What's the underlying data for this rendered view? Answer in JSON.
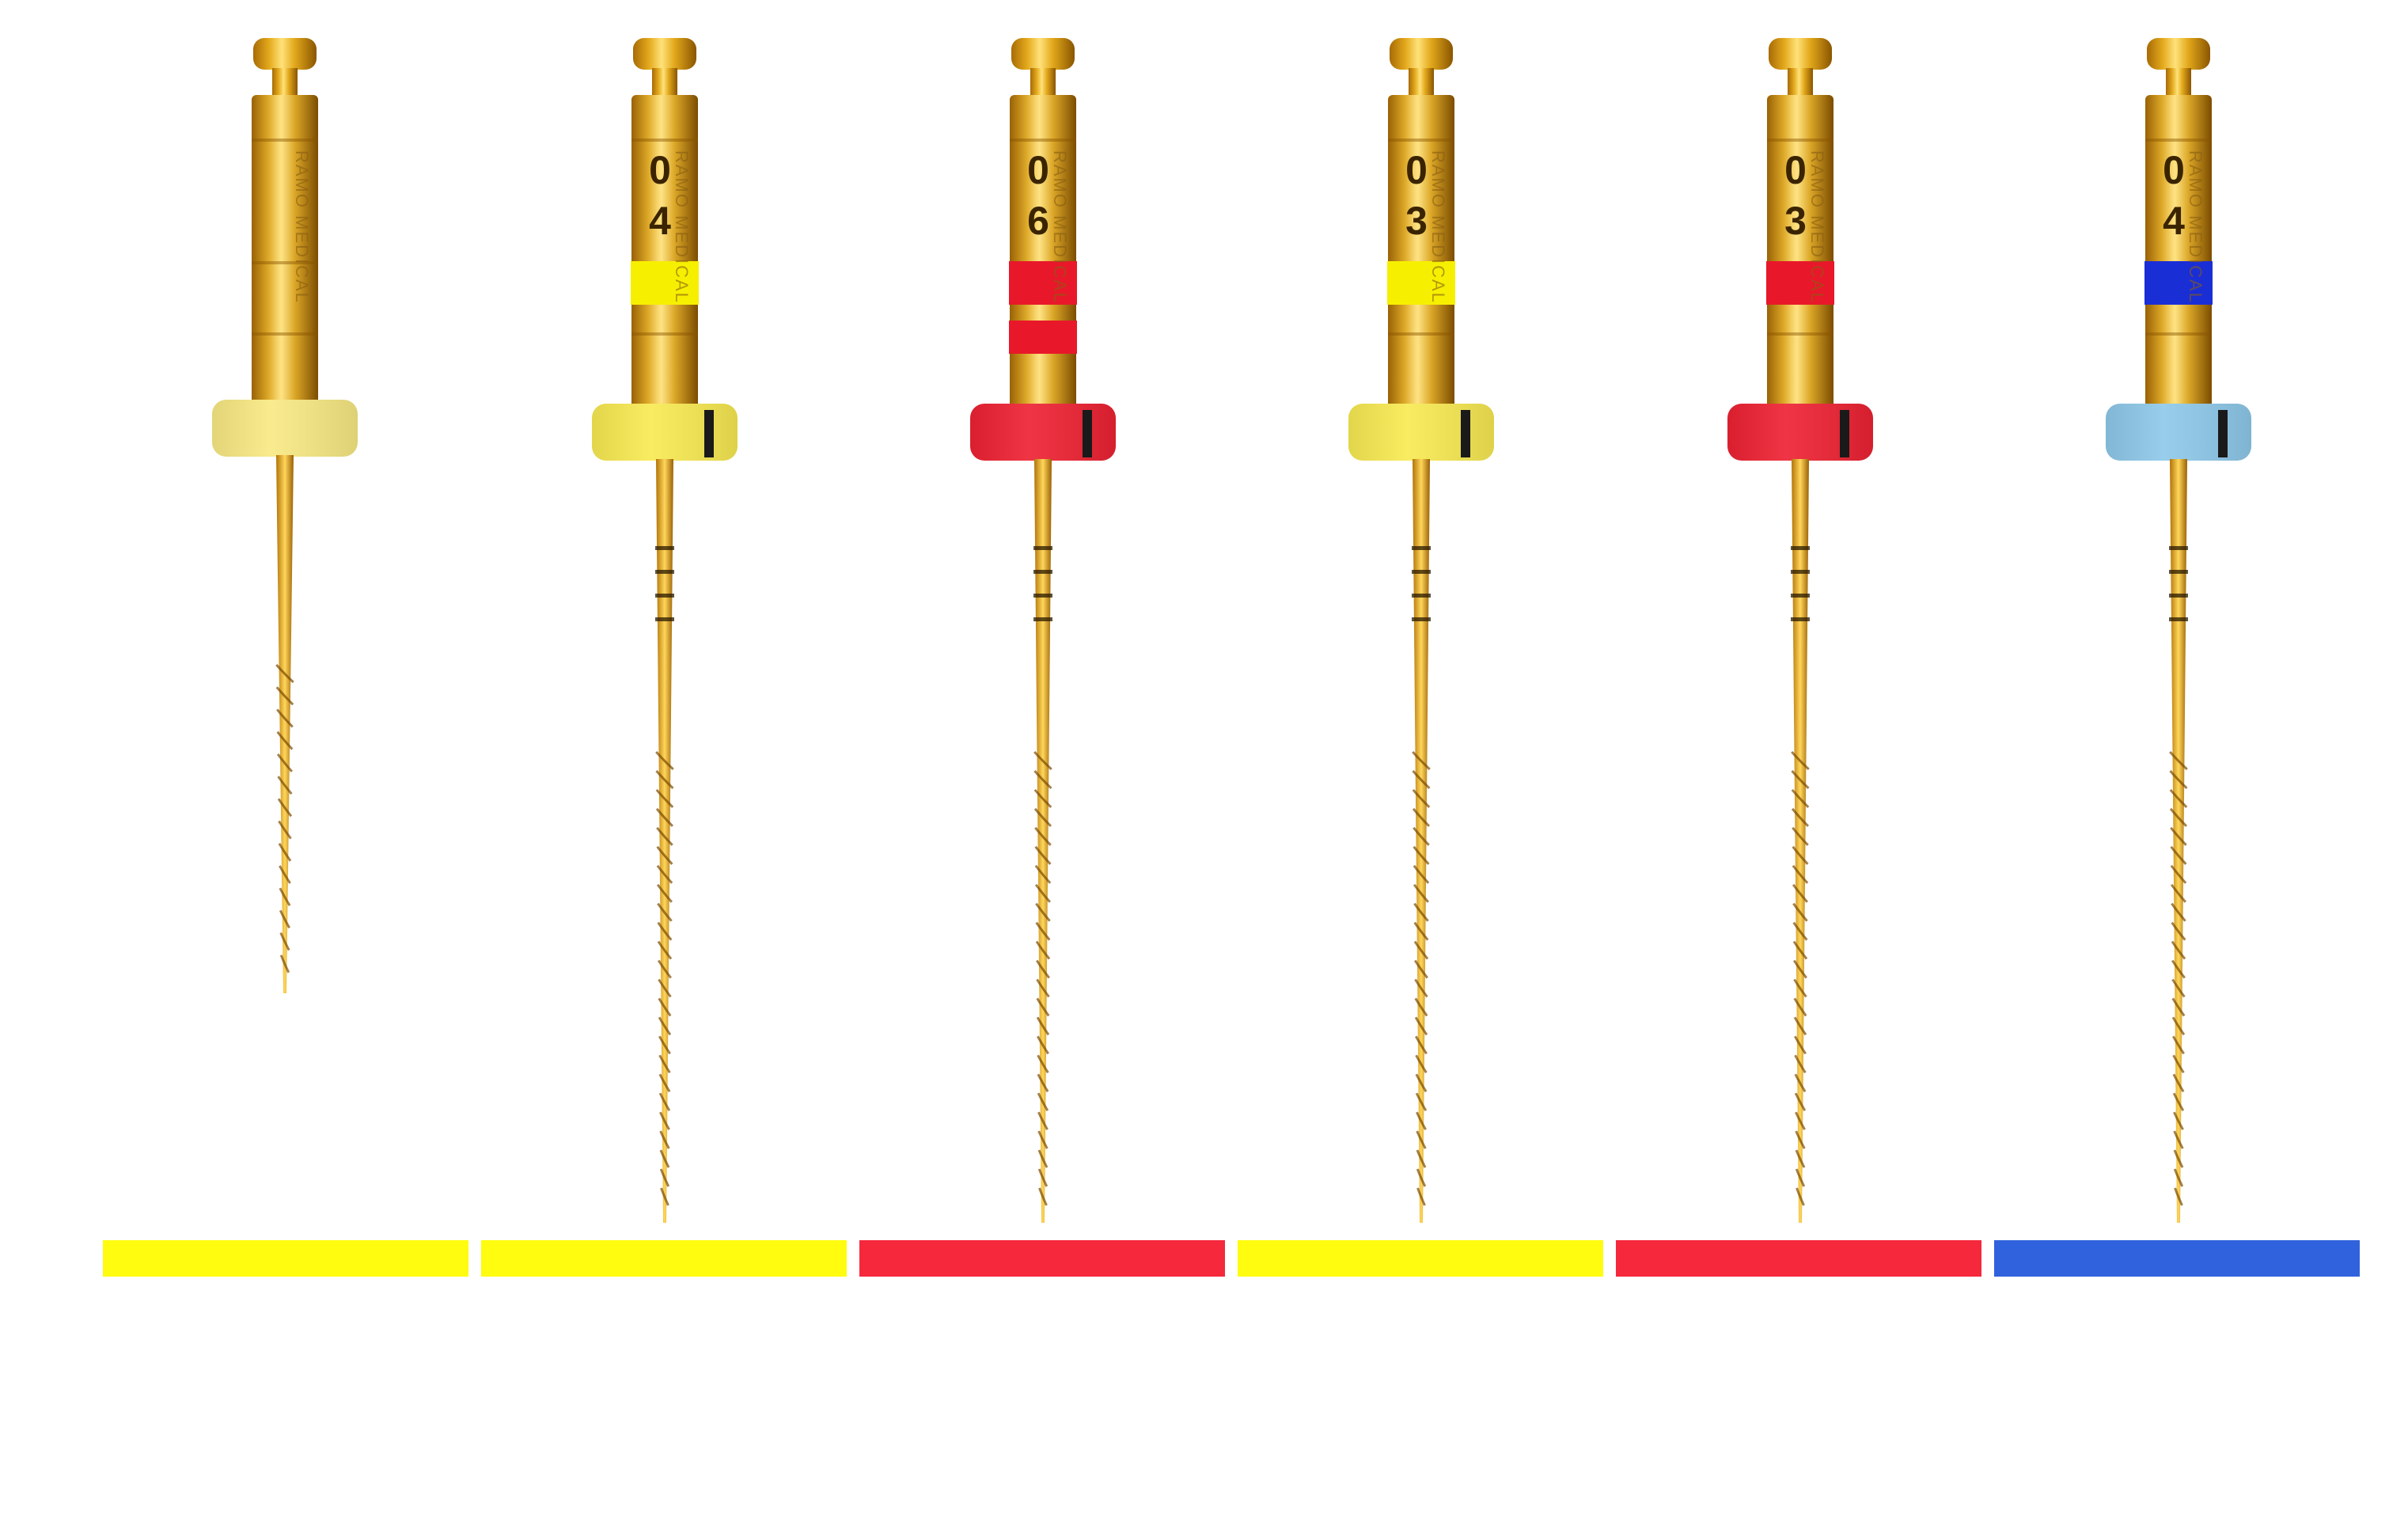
{
  "image": {
    "description_colors": {
      "background": "#ffffff",
      "gold_light": "#ffe27a",
      "gold_mid": "#e3a91c",
      "gold_dark": "#a86b06"
    }
  },
  "brand": "RAMO MEDICAL",
  "files": [
    {
      "id": "file-1",
      "taper_label": "",
      "band_color": "",
      "stopper_color": "#f8e983",
      "bar_color": "#fffc0f",
      "short": true
    },
    {
      "id": "file-2",
      "taper_label": "04",
      "band_color": "#f6f000",
      "stopper_color": "#f8ea52",
      "bar_color": "#fffc0f",
      "short": false
    },
    {
      "id": "file-3",
      "taper_label": "06",
      "band_color": "#e8182a",
      "stopper_color": "#ee2233",
      "bar_color": "#f5283c",
      "short": false,
      "double_band": true
    },
    {
      "id": "file-4",
      "taper_label": "03",
      "band_color": "#f6f000",
      "stopper_color": "#f8ea52",
      "bar_color": "#fffc0f",
      "short": false
    },
    {
      "id": "file-5",
      "taper_label": "03",
      "band_color": "#e8182a",
      "stopper_color": "#ee2233",
      "bar_color": "#f5283c",
      "short": false
    },
    {
      "id": "file-6",
      "taper_label": "04",
      "band_color": "#1a2ed6",
      "stopper_color": "#8ec9ea",
      "bar_color": "#2f62dc",
      "short": false
    }
  ]
}
